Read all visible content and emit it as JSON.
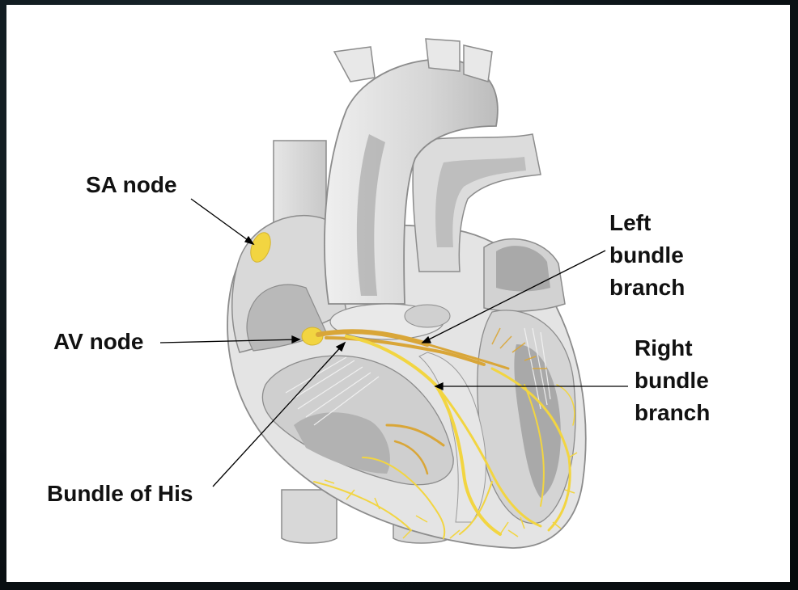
{
  "labels": {
    "sa_node": "SA node",
    "av_node": "AV node",
    "bundle_of_his": "Bundle of His",
    "left_bundle": [
      "Left",
      "bundle",
      "branch"
    ],
    "right_bundle": [
      "Right",
      "bundle",
      "branch"
    ]
  },
  "colors": {
    "tissue": "#e2e2e2",
    "tissue_dark": "#bdbdbd",
    "outline": "#8c8c8c",
    "conduction_yellow": "#f2d541",
    "conduction_gold": "#d9a638",
    "leader": "#000000"
  }
}
